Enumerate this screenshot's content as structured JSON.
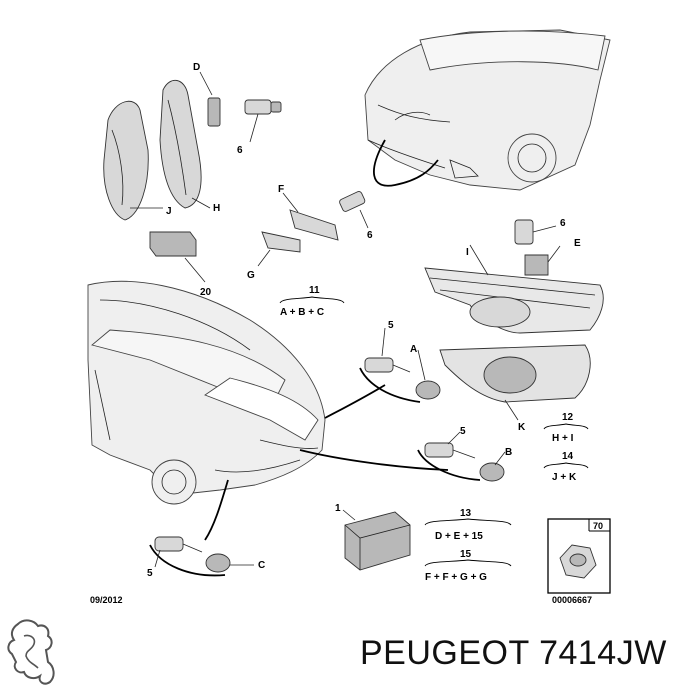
{
  "callouts": {
    "D": "D",
    "six_top": "6",
    "J": "J",
    "H": "H",
    "F": "F",
    "six_mid": "6",
    "G": "G",
    "twenty": "20",
    "six_right": "6",
    "E": "E",
    "I": "I",
    "five_a": "5",
    "A": "A",
    "K": "K",
    "five_b": "5",
    "B": "B",
    "one": "1",
    "five_c": "5",
    "C": "C",
    "seventy": "70"
  },
  "formulas": {
    "f11": {
      "num": "11",
      "expr": "A + B + C"
    },
    "f12": {
      "num": "12",
      "expr": "H + I"
    },
    "f14": {
      "num": "14",
      "expr": "J + K"
    },
    "f13": {
      "num": "13",
      "expr": "D + E + 15"
    },
    "f15": {
      "num": "15",
      "expr": "F + F + G + G"
    }
  },
  "date_code": "09/2012",
  "ref_number": "00006667",
  "caption": "PEUGEOT 7414JW",
  "logo": "peugeot-lion-logo"
}
